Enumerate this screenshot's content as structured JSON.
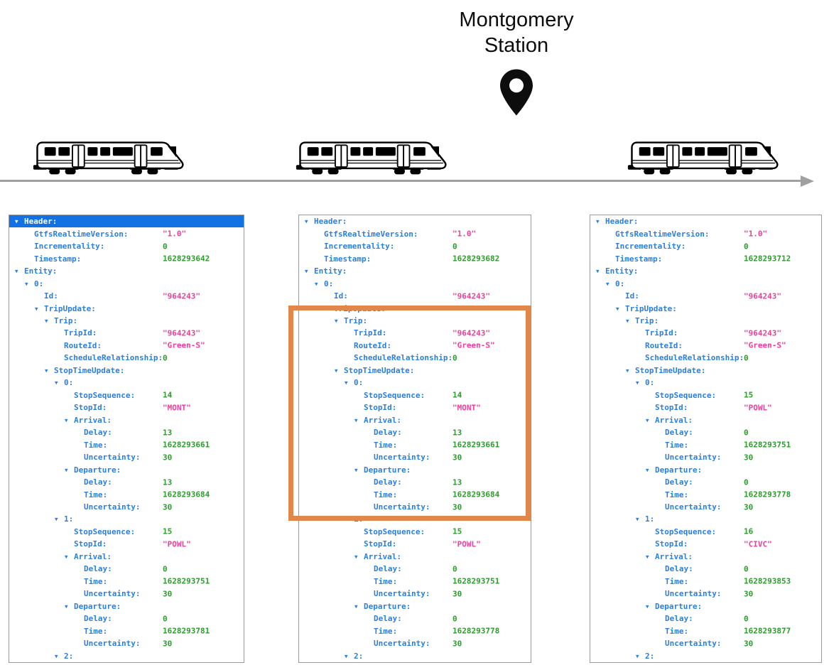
{
  "station": {
    "line1": "Montgomery",
    "line2": "Station"
  },
  "icons": {
    "pin": "map-pin-icon",
    "train": "train-icon",
    "arrow": "arrow-right-icon"
  },
  "colors": {
    "sel": "#1272e4",
    "key": "#2b7fdd",
    "string": "#ee3d9b",
    "number": "#2f9a2f",
    "pborder": "#999999",
    "track": "#a0a0a0",
    "orange": "#e2874a"
  },
  "panels": [
    {
      "name": "gtfs-feed-snapshot-1",
      "highlighted": false,
      "rows": [
        {
          "level": 0,
          "expand": true,
          "key": "Header:",
          "selected": true
        },
        {
          "level": 1,
          "key": "GtfsRealtimeVersion:",
          "value": "\"1.0\"",
          "vtype": "s"
        },
        {
          "level": 1,
          "key": "Incrementality:",
          "value": "0",
          "vtype": "n"
        },
        {
          "level": 1,
          "key": "Timestamp:",
          "value": "1628293642",
          "vtype": "n"
        },
        {
          "level": 0,
          "expand": true,
          "key": "Entity:"
        },
        {
          "level": 1,
          "expand": true,
          "key": "0:"
        },
        {
          "level": 2,
          "key": "Id:",
          "value": "\"964243\"",
          "vtype": "s"
        },
        {
          "level": 2,
          "expand": true,
          "key": "TripUpdate:"
        },
        {
          "level": 3,
          "expand": true,
          "key": "Trip:"
        },
        {
          "level": 4,
          "key": "TripId:",
          "value": "\"964243\"",
          "vtype": "s"
        },
        {
          "level": 4,
          "key": "RouteId:",
          "value": "\"Green-S\"",
          "vtype": "s"
        },
        {
          "level": 4,
          "key": "ScheduleRelationship:",
          "value": "0",
          "vtype": "n"
        },
        {
          "level": 3,
          "expand": true,
          "key": "StopTimeUpdate:"
        },
        {
          "level": 4,
          "expand": true,
          "key": "0:"
        },
        {
          "level": 5,
          "key": "StopSequence:",
          "value": "14",
          "vtype": "n"
        },
        {
          "level": 5,
          "key": "StopId:",
          "value": "\"MONT\"",
          "vtype": "s"
        },
        {
          "level": 5,
          "expand": true,
          "key": "Arrival:"
        },
        {
          "level": 6,
          "key": "Delay:",
          "value": "13",
          "vtype": "n"
        },
        {
          "level": 6,
          "key": "Time:",
          "value": "1628293661",
          "vtype": "n"
        },
        {
          "level": 6,
          "key": "Uncertainty:",
          "value": "30",
          "vtype": "n"
        },
        {
          "level": 5,
          "expand": true,
          "key": "Departure:"
        },
        {
          "level": 6,
          "key": "Delay:",
          "value": "13",
          "vtype": "n"
        },
        {
          "level": 6,
          "key": "Time:",
          "value": "1628293684",
          "vtype": "n"
        },
        {
          "level": 6,
          "key": "Uncertainty:",
          "value": "30",
          "vtype": "n"
        },
        {
          "level": 4,
          "expand": true,
          "key": "1:"
        },
        {
          "level": 5,
          "key": "StopSequence:",
          "value": "15",
          "vtype": "n"
        },
        {
          "level": 5,
          "key": "StopId:",
          "value": "\"POWL\"",
          "vtype": "s"
        },
        {
          "level": 5,
          "expand": true,
          "key": "Arrival:"
        },
        {
          "level": 6,
          "key": "Delay:",
          "value": "0",
          "vtype": "n"
        },
        {
          "level": 6,
          "key": "Time:",
          "value": "1628293751",
          "vtype": "n"
        },
        {
          "level": 6,
          "key": "Uncertainty:",
          "value": "30",
          "vtype": "n"
        },
        {
          "level": 5,
          "expand": true,
          "key": "Departure:"
        },
        {
          "level": 6,
          "key": "Delay:",
          "value": "0",
          "vtype": "n"
        },
        {
          "level": 6,
          "key": "Time:",
          "value": "1628293781",
          "vtype": "n"
        },
        {
          "level": 6,
          "key": "Uncertainty:",
          "value": "30",
          "vtype": "n"
        },
        {
          "level": 4,
          "expand": true,
          "key": "2:"
        }
      ]
    },
    {
      "name": "gtfs-feed-snapshot-2",
      "highlighted": true,
      "rows": [
        {
          "level": 0,
          "expand": true,
          "key": "Header:"
        },
        {
          "level": 1,
          "key": "GtfsRealtimeVersion:",
          "value": "\"1.0\"",
          "vtype": "s"
        },
        {
          "level": 1,
          "key": "Incrementality:",
          "value": "0",
          "vtype": "n"
        },
        {
          "level": 1,
          "key": "Timestamp:",
          "value": "1628293682",
          "vtype": "n"
        },
        {
          "level": 0,
          "expand": true,
          "key": "Entity:"
        },
        {
          "level": 1,
          "expand": true,
          "key": "0:"
        },
        {
          "level": 2,
          "key": "Id:",
          "value": "\"964243\"",
          "vtype": "s"
        },
        {
          "level": 2,
          "expand": true,
          "key": "TripUpdate:"
        },
        {
          "level": 3,
          "expand": true,
          "key": "Trip:"
        },
        {
          "level": 4,
          "key": "TripId:",
          "value": "\"964243\"",
          "vtype": "s"
        },
        {
          "level": 4,
          "key": "RouteId:",
          "value": "\"Green-S\"",
          "vtype": "s"
        },
        {
          "level": 4,
          "key": "ScheduleRelationship:",
          "value": "0",
          "vtype": "n"
        },
        {
          "level": 3,
          "expand": true,
          "key": "StopTimeUpdate:"
        },
        {
          "level": 4,
          "expand": true,
          "key": "0:"
        },
        {
          "level": 5,
          "key": "StopSequence:",
          "value": "14",
          "vtype": "n"
        },
        {
          "level": 5,
          "key": "StopId:",
          "value": "\"MONT\"",
          "vtype": "s"
        },
        {
          "level": 5,
          "expand": true,
          "key": "Arrival:"
        },
        {
          "level": 6,
          "key": "Delay:",
          "value": "13",
          "vtype": "n"
        },
        {
          "level": 6,
          "key": "Time:",
          "value": "1628293661",
          "vtype": "n"
        },
        {
          "level": 6,
          "key": "Uncertainty:",
          "value": "30",
          "vtype": "n"
        },
        {
          "level": 5,
          "expand": true,
          "key": "Departure:"
        },
        {
          "level": 6,
          "key": "Delay:",
          "value": "13",
          "vtype": "n"
        },
        {
          "level": 6,
          "key": "Time:",
          "value": "1628293684",
          "vtype": "n"
        },
        {
          "level": 6,
          "key": "Uncertainty:",
          "value": "30",
          "vtype": "n"
        },
        {
          "level": 4,
          "expand": true,
          "key": "1:"
        },
        {
          "level": 5,
          "key": "StopSequence:",
          "value": "15",
          "vtype": "n"
        },
        {
          "level": 5,
          "key": "StopId:",
          "value": "\"POWL\"",
          "vtype": "s"
        },
        {
          "level": 5,
          "expand": true,
          "key": "Arrival:"
        },
        {
          "level": 6,
          "key": "Delay:",
          "value": "0",
          "vtype": "n"
        },
        {
          "level": 6,
          "key": "Time:",
          "value": "1628293751",
          "vtype": "n"
        },
        {
          "level": 6,
          "key": "Uncertainty:",
          "value": "30",
          "vtype": "n"
        },
        {
          "level": 5,
          "expand": true,
          "key": "Departure:"
        },
        {
          "level": 6,
          "key": "Delay:",
          "value": "0",
          "vtype": "n"
        },
        {
          "level": 6,
          "key": "Time:",
          "value": "1628293778",
          "vtype": "n"
        },
        {
          "level": 6,
          "key": "Uncertainty:",
          "value": "30",
          "vtype": "n"
        },
        {
          "level": 4,
          "expand": true,
          "key": "2:"
        }
      ]
    },
    {
      "name": "gtfs-feed-snapshot-3",
      "highlighted": false,
      "rows": [
        {
          "level": 0,
          "expand": true,
          "key": "Header:"
        },
        {
          "level": 1,
          "key": "GtfsRealtimeVersion:",
          "value": "\"1.0\"",
          "vtype": "s"
        },
        {
          "level": 1,
          "key": "Incrementality:",
          "value": "0",
          "vtype": "n"
        },
        {
          "level": 1,
          "key": "Timestamp:",
          "value": "1628293712",
          "vtype": "n"
        },
        {
          "level": 0,
          "expand": true,
          "key": "Entity:"
        },
        {
          "level": 1,
          "expand": true,
          "key": "0:"
        },
        {
          "level": 2,
          "key": "Id:",
          "value": "\"964243\"",
          "vtype": "s"
        },
        {
          "level": 2,
          "expand": true,
          "key": "TripUpdate:"
        },
        {
          "level": 3,
          "expand": true,
          "key": "Trip:"
        },
        {
          "level": 4,
          "key": "TripId:",
          "value": "\"964243\"",
          "vtype": "s"
        },
        {
          "level": 4,
          "key": "RouteId:",
          "value": "\"Green-S\"",
          "vtype": "s"
        },
        {
          "level": 4,
          "key": "ScheduleRelationship:",
          "value": "0",
          "vtype": "n"
        },
        {
          "level": 3,
          "expand": true,
          "key": "StopTimeUpdate:"
        },
        {
          "level": 4,
          "expand": true,
          "key": "0:"
        },
        {
          "level": 5,
          "key": "StopSequence:",
          "value": "15",
          "vtype": "n"
        },
        {
          "level": 5,
          "key": "StopId:",
          "value": "\"POWL\"",
          "vtype": "s"
        },
        {
          "level": 5,
          "expand": true,
          "key": "Arrival:"
        },
        {
          "level": 6,
          "key": "Delay:",
          "value": "0",
          "vtype": "n"
        },
        {
          "level": 6,
          "key": "Time:",
          "value": "1628293751",
          "vtype": "n"
        },
        {
          "level": 6,
          "key": "Uncertainty:",
          "value": "30",
          "vtype": "n"
        },
        {
          "level": 5,
          "expand": true,
          "key": "Departure:"
        },
        {
          "level": 6,
          "key": "Delay:",
          "value": "0",
          "vtype": "n"
        },
        {
          "level": 6,
          "key": "Time:",
          "value": "1628293778",
          "vtype": "n"
        },
        {
          "level": 6,
          "key": "Uncertainty:",
          "value": "30",
          "vtype": "n"
        },
        {
          "level": 4,
          "expand": true,
          "key": "1:"
        },
        {
          "level": 5,
          "key": "StopSequence:",
          "value": "16",
          "vtype": "n"
        },
        {
          "level": 5,
          "key": "StopId:",
          "value": "\"CIVC\"",
          "vtype": "s"
        },
        {
          "level": 5,
          "expand": true,
          "key": "Arrival:"
        },
        {
          "level": 6,
          "key": "Delay:",
          "value": "0",
          "vtype": "n"
        },
        {
          "level": 6,
          "key": "Time:",
          "value": "1628293853",
          "vtype": "n"
        },
        {
          "level": 6,
          "key": "Uncertainty:",
          "value": "30",
          "vtype": "n"
        },
        {
          "level": 5,
          "expand": true,
          "key": "Departure:"
        },
        {
          "level": 6,
          "key": "Delay:",
          "value": "0",
          "vtype": "n"
        },
        {
          "level": 6,
          "key": "Time:",
          "value": "1628293877",
          "vtype": "n"
        },
        {
          "level": 6,
          "key": "Uncertainty:",
          "value": "30",
          "vtype": "n"
        },
        {
          "level": 4,
          "expand": true,
          "key": "2:"
        }
      ]
    }
  ]
}
